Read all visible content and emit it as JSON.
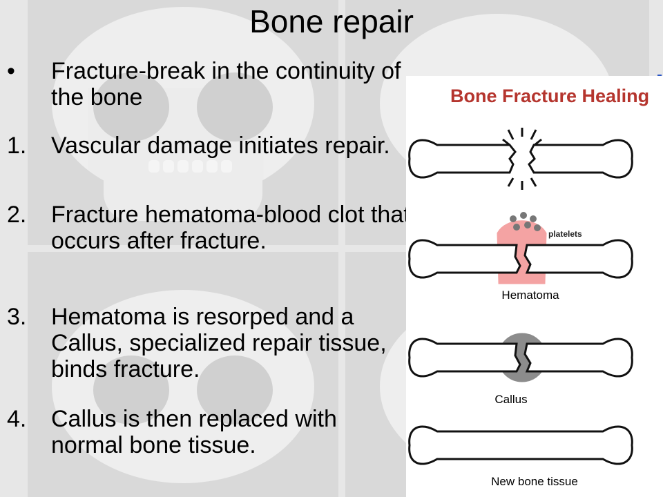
{
  "slide": {
    "title": "Bone repair",
    "bullets": [
      {
        "marker": "•",
        "text": "Fracture-break in the continuity of the bone"
      },
      {
        "marker": "1.",
        "text": "Vascular damage initiates repair."
      },
      {
        "marker": "2.",
        "text": "Fracture hematoma-blood clot that occurs after fracture."
      },
      {
        "marker": "3.",
        "text": "Hematoma is resorped and a Callus, specialized repair tissue, binds fracture."
      },
      {
        "marker": "4.",
        "text": "Callus is then replaced with normal bone tissue."
      }
    ]
  },
  "diagram": {
    "title": "Bone Fracture Healing",
    "platelets_label": "platelets",
    "stages": [
      {
        "label": ""
      },
      {
        "label": "Hematoma"
      },
      {
        "label": "Callus"
      },
      {
        "label": "New bone tissue"
      }
    ],
    "colors": {
      "title": "#b5352e",
      "hematoma": "#f4a3a3",
      "callus": "#8c8c8c",
      "bone_outline": "#111111"
    }
  }
}
